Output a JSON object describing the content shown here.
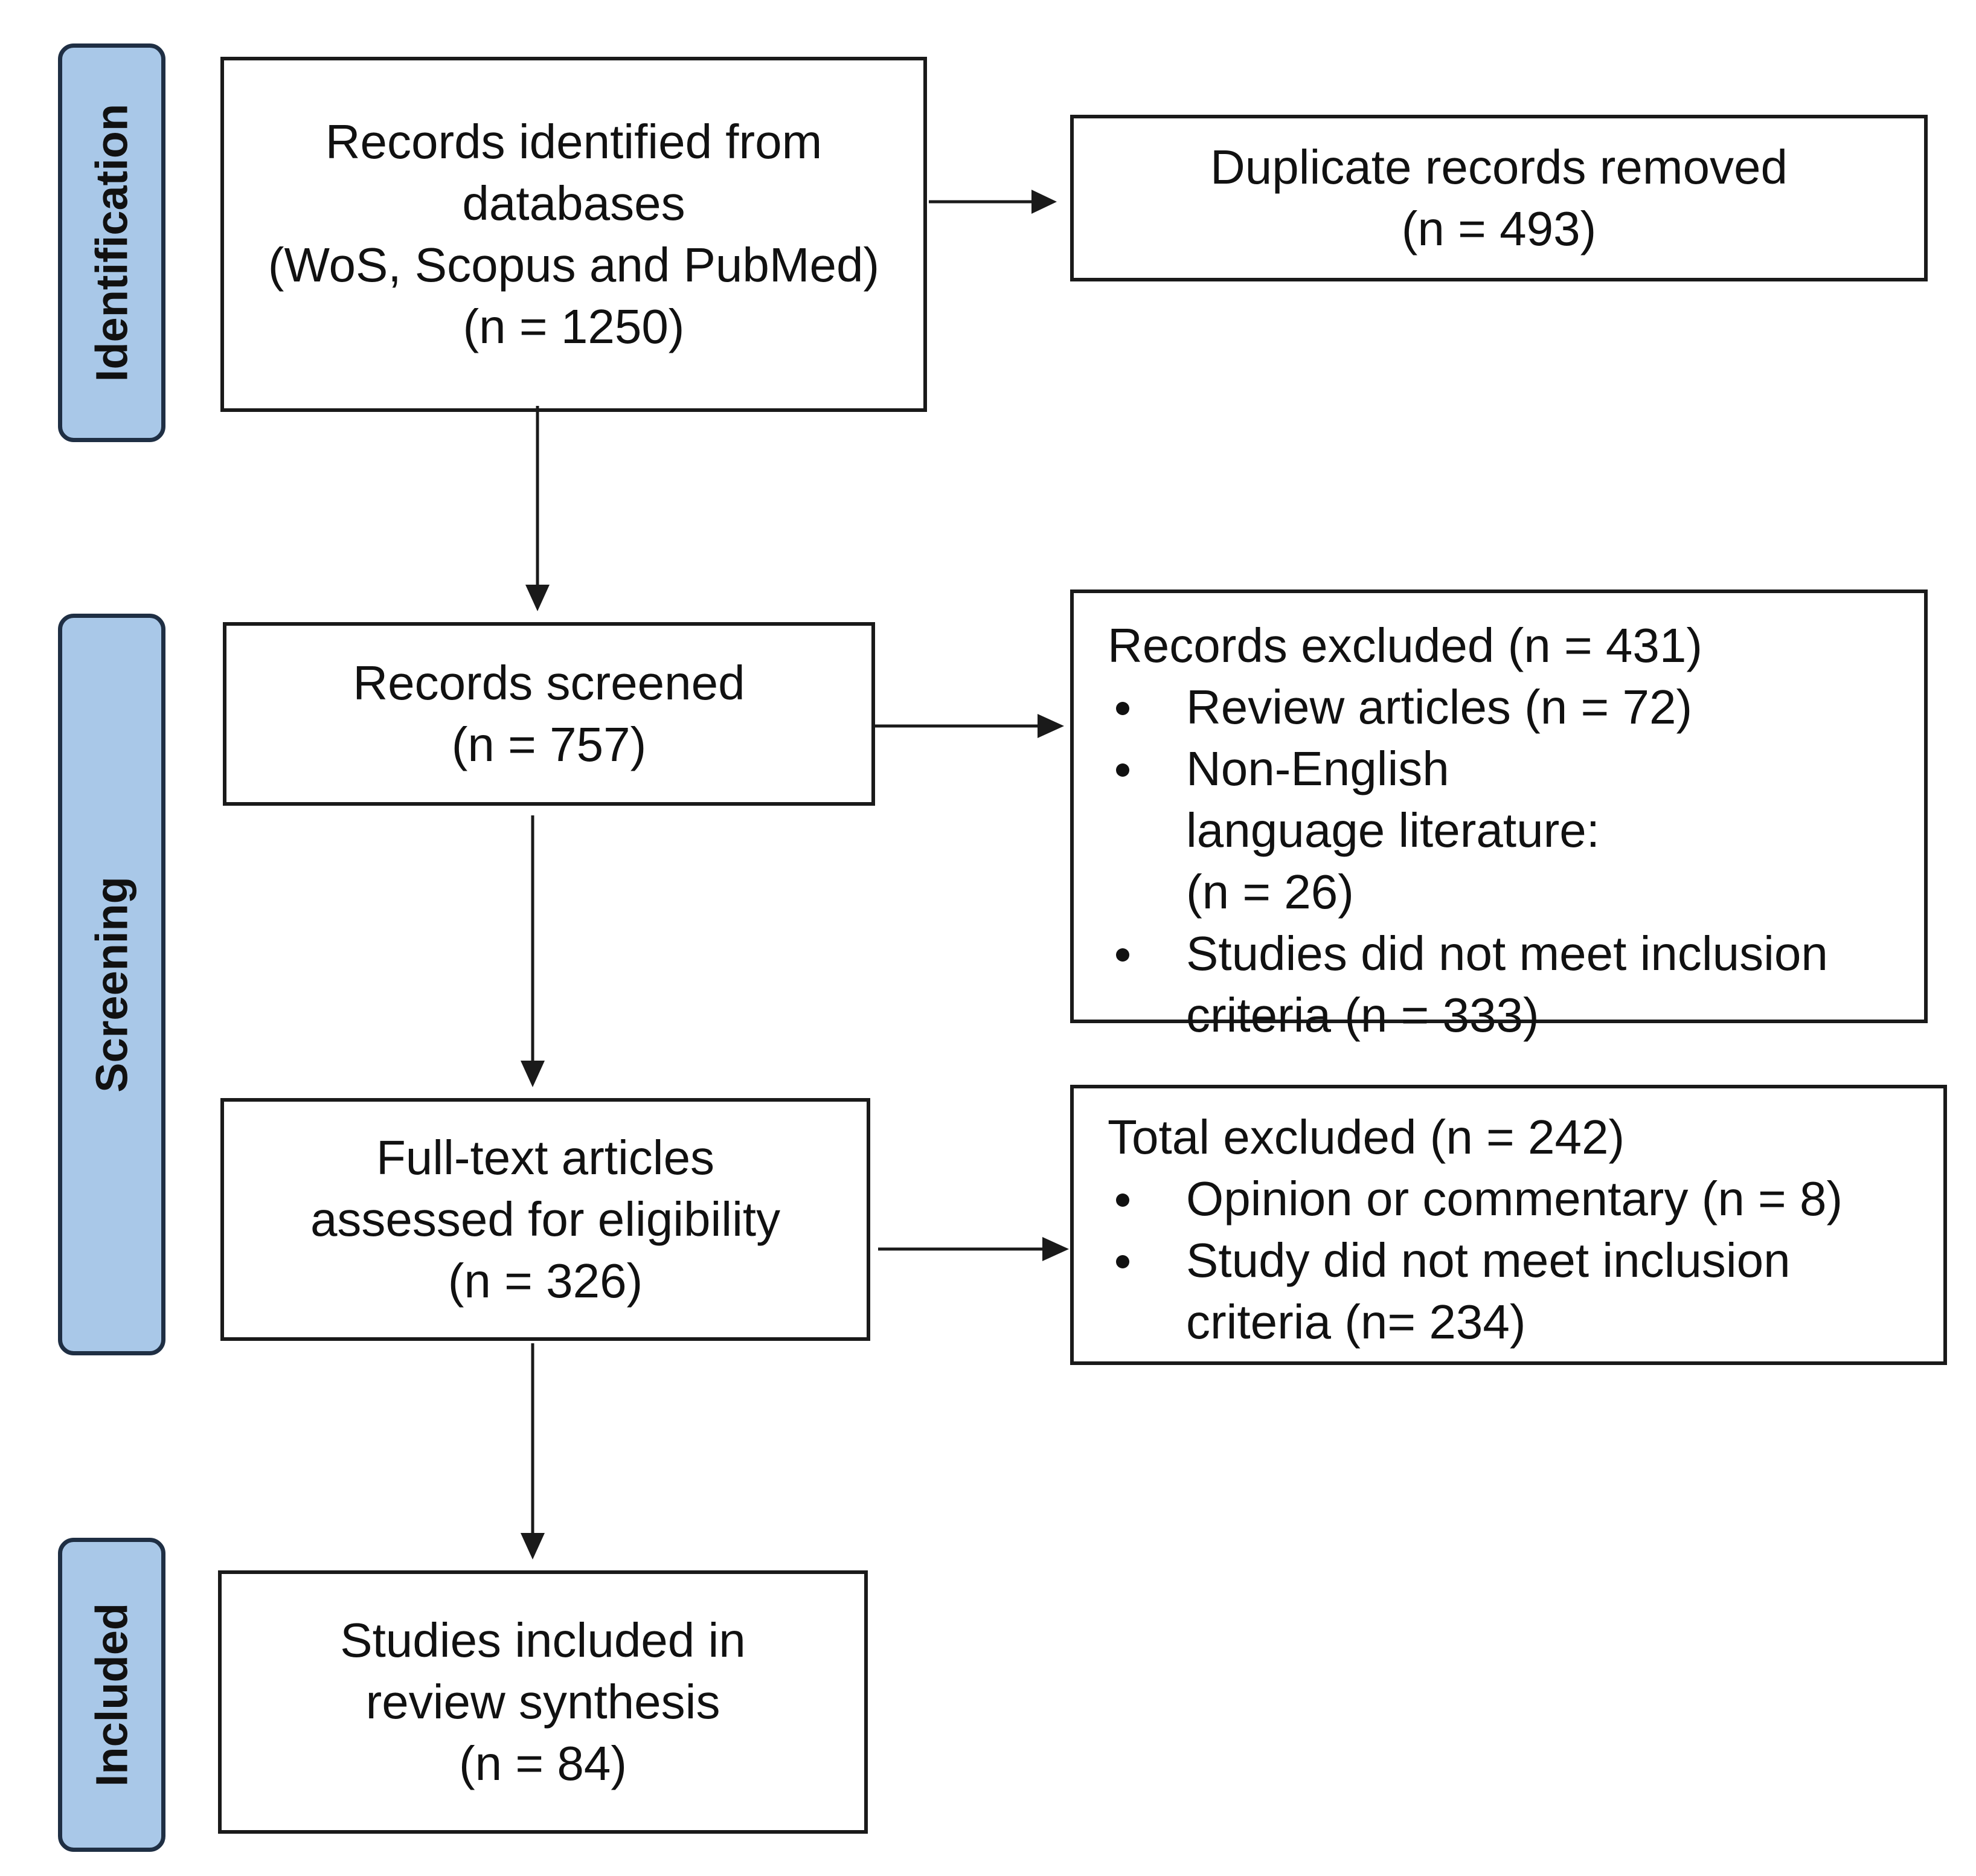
{
  "stages": {
    "identification": "Identification",
    "screening": "Screening",
    "included": "Included"
  },
  "boxes": {
    "identified": [
      "Records identified from",
      "databases",
      "(WoS, Scopus and PubMed)",
      "(n = 1250)"
    ],
    "duplicates": [
      "Duplicate records removed",
      "(n = 493)"
    ],
    "screened": [
      "Records screened",
      "(n = 757)"
    ],
    "excluded_records": {
      "heading": "Records excluded (n = 431)",
      "items": [
        "Review articles (n = 72)",
        "Non-English language literature: (n = 26)",
        "Studies did not meet inclusion criteria (n = 333)"
      ]
    },
    "fulltext": [
      "Full-text articles",
      "assessed for eligibility",
      "(n = 326)"
    ],
    "excluded_total": {
      "heading": "Total excluded (n = 242)",
      "items": [
        "Opinion or commentary (n = 8)",
        "Study did not meet inclusion criteria (n= 234)"
      ]
    },
    "included": [
      "Studies included in",
      "review synthesis",
      "(n = 84)"
    ]
  }
}
